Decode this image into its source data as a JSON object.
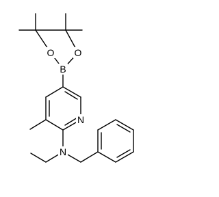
{
  "colors": {
    "background": "#ffffff",
    "ink": "#000000"
  },
  "atoms": {
    "boron": "B",
    "oxygen_left": "O",
    "oxygen_right": "O",
    "nitrogen_ring": "N",
    "nitrogen_amine": "N"
  }
}
